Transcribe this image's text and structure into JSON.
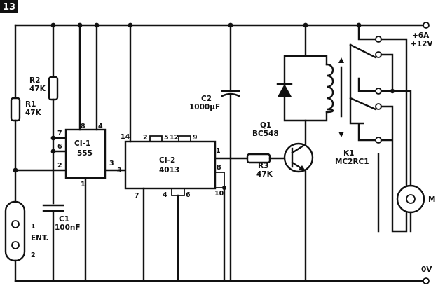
{
  "figure_number": "13",
  "ic1": {
    "ref": "CI-1",
    "part": "555",
    "pins": {
      "p7": "7",
      "p8": "8",
      "p4": "4",
      "p6": "6",
      "p2": "2",
      "p3": "3",
      "p1": "1"
    }
  },
  "ic2": {
    "ref": "CI-2",
    "part": "4013",
    "pins": {
      "p14": "14",
      "p2": "2",
      "p5": "5",
      "p12": "12",
      "p9": "9",
      "p3": "3",
      "p1": "1",
      "p8": "8",
      "p10": "10",
      "p7": "7",
      "p4": "4",
      "p6": "6"
    }
  },
  "r1": {
    "ref": "R1",
    "value": "47K"
  },
  "r2": {
    "ref": "R2",
    "value": "47K"
  },
  "r3": {
    "ref": "R3",
    "value": "47K"
  },
  "c1": {
    "ref": "C1",
    "value": "100nF"
  },
  "c2": {
    "ref": "C2",
    "value": "1000µF"
  },
  "q1": {
    "ref": "Q1",
    "part": "BC548"
  },
  "k1": {
    "ref": "K1",
    "part": "MC2RC1"
  },
  "motor": {
    "label": "M"
  },
  "input": {
    "label": "ENT.",
    "pin1": "1",
    "pin2": "2"
  },
  "supply": {
    "line1": "+6A",
    "line2": "+12V",
    "ground": "0V"
  }
}
